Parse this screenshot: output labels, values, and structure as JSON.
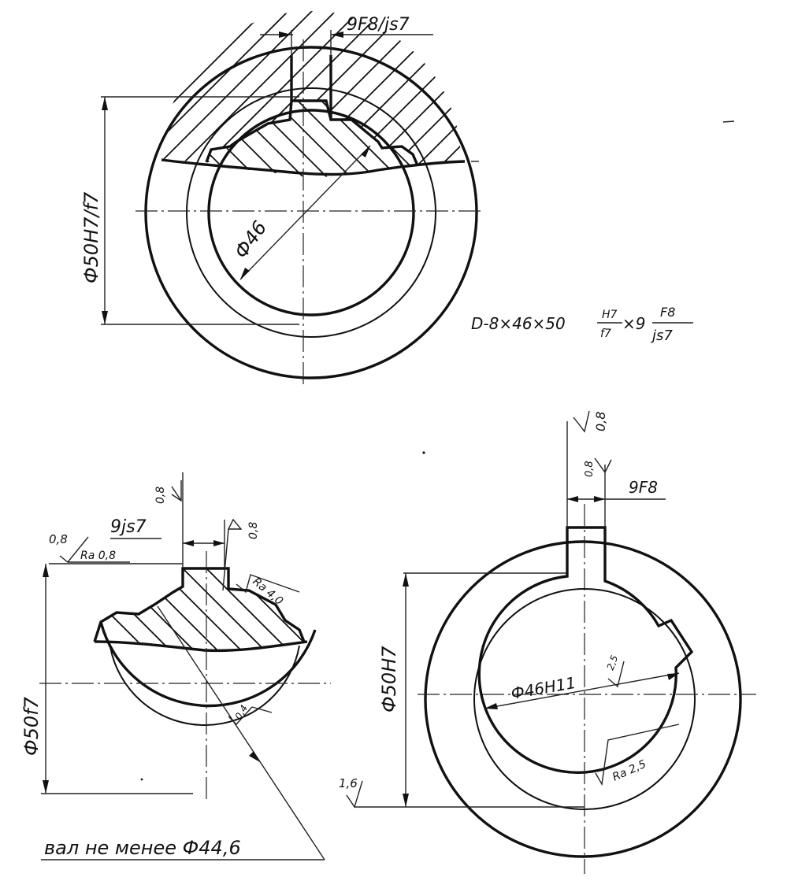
{
  "top_view": {
    "dim_width": "9F8/js7",
    "dim_diameter_outer": "Ф50H7/f7",
    "dim_diameter_inner": "Ф46",
    "designation": {
      "prefix": "D-8×46×50",
      "fit1_num": "H7",
      "fit1_den": "f7",
      "sep": "×9",
      "fit2_num": "F8",
      "fit2_den": "js7"
    }
  },
  "shaft_view": {
    "dim_width": "9js7",
    "dim_diameter": "Ф50f7",
    "roughness_side_left": "0,8",
    "roughness_top_symbol": "0,8",
    "roughness_right_symbol": "0,8",
    "roughness_ra_top": "Ra 0,8",
    "roughness_ra_side": "Ra 4,0",
    "roughness_inner": "0,4",
    "note": "вал не менее Ф44,6"
  },
  "hub_view": {
    "dim_width": "9F8",
    "dim_diameter_outer": "Ф50H7",
    "dim_diameter_inner": "Ф46H11",
    "roughness_top": "0,8",
    "roughness_side": "0,8",
    "roughness_inner": "2,5",
    "roughness_ra": "Ra 2,5",
    "roughness_bottom": "1,6"
  }
}
